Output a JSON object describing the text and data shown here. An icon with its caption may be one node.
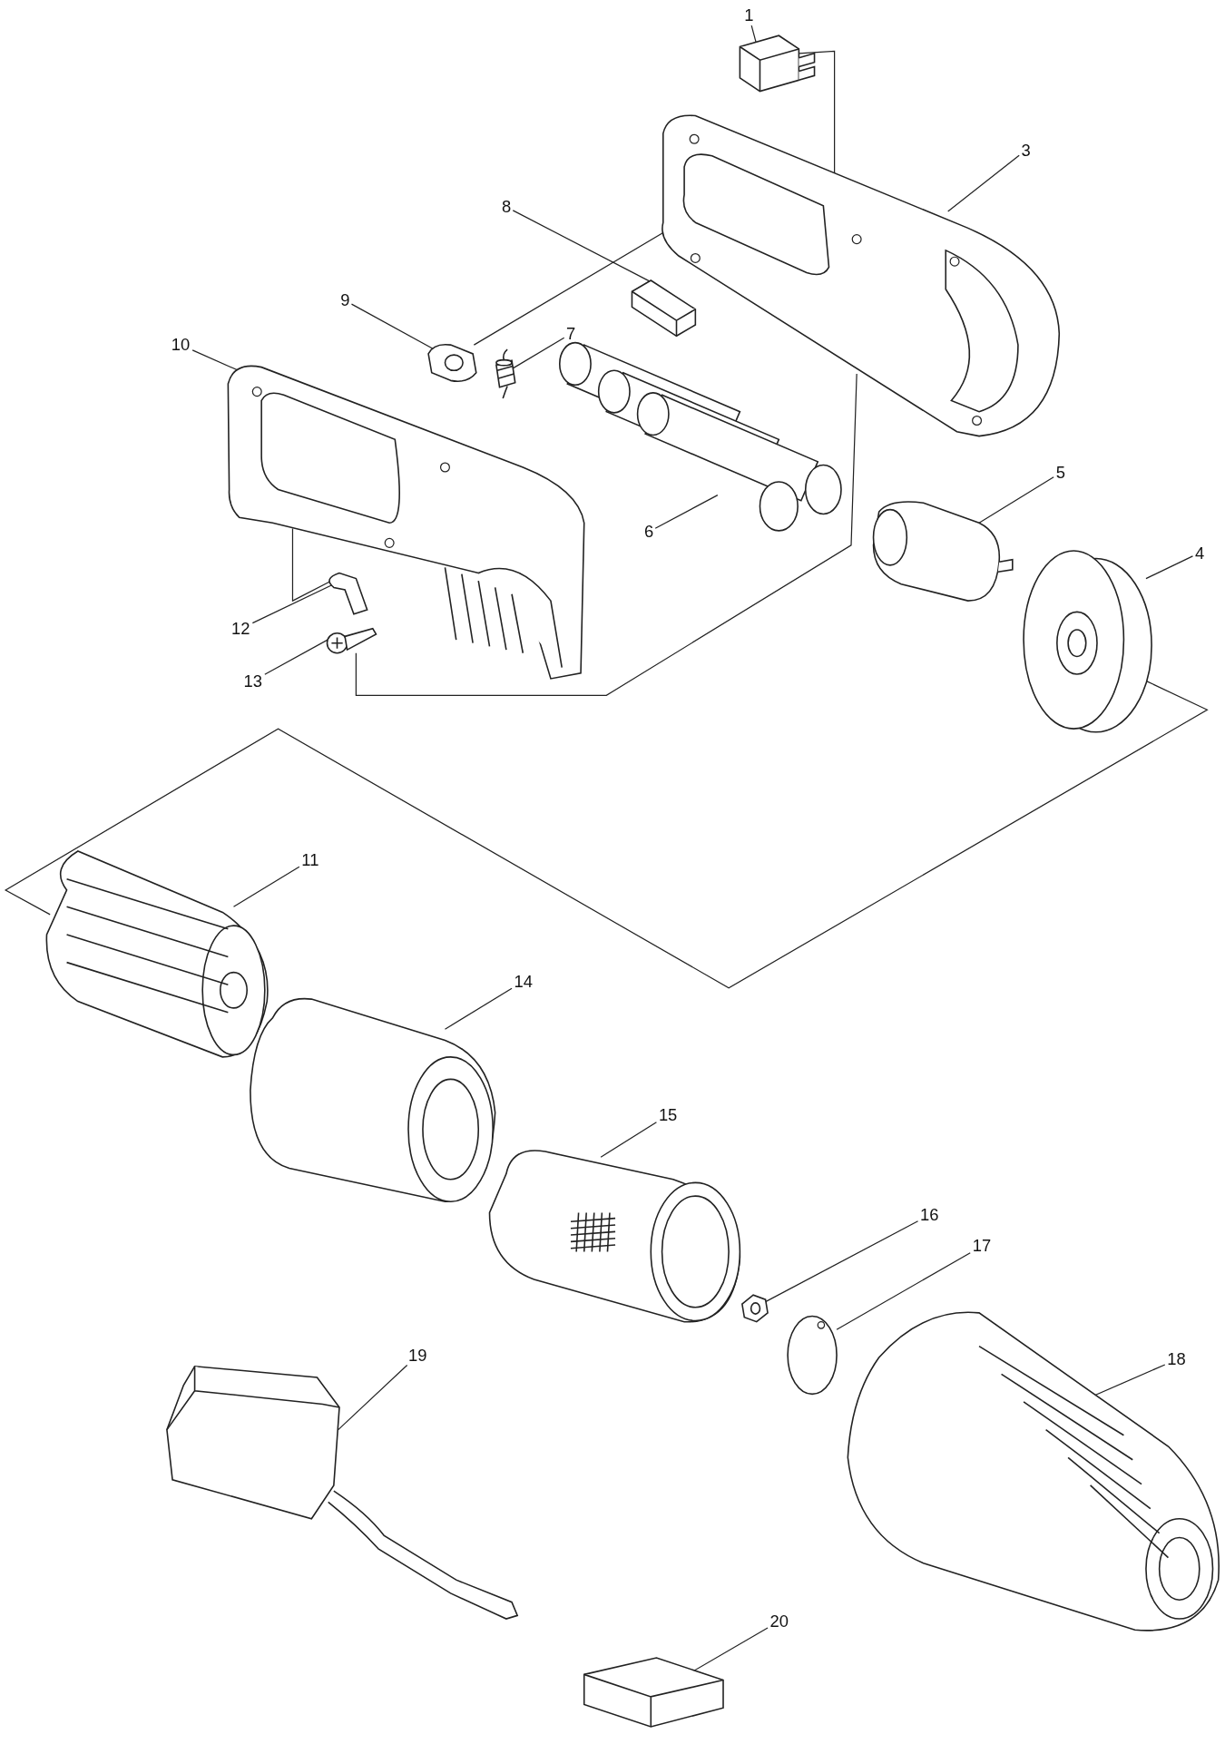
{
  "diagram": {
    "nodes": [
      {
        "text": [
          "1"
        ]
      },
      {
        "text": [
          "3"
        ]
      },
      {
        "text": [
          "8"
        ]
      },
      {
        "text": [
          "9"
        ]
      },
      {
        "text": [
          "7"
        ]
      },
      {
        "text": [
          "10"
        ]
      },
      {
        "text": [
          "5"
        ]
      },
      {
        "text": [
          "4"
        ]
      },
      {
        "text": [
          "6"
        ]
      },
      {
        "text": [
          "12"
        ]
      },
      {
        "text": [
          "13"
        ]
      },
      {
        "text": [
          "11"
        ]
      },
      {
        "text": [
          "14"
        ]
      },
      {
        "text": [
          "15"
        ]
      },
      {
        "text": [
          "16"
        ]
      },
      {
        "text": [
          "17"
        ]
      },
      {
        "text": [
          "18"
        ]
      },
      {
        "text": [
          "19"
        ]
      },
      {
        "text": [
          "20"
        ]
      },
      {
        "text": [],
        "shape": "picture"
      },
      {
        "text": [],
        "shape": "picture"
      },
      {
        "text": [],
        "shape": "picture"
      },
      {
        "text": [],
        "shape": "picture"
      },
      {
        "text": [],
        "shape": "picture"
      },
      {
        "text": [],
        "shape": "picture"
      },
      {
        "text": [],
        "shape": "picture"
      },
      {
        "text": [],
        "shape": "picture"
      },
      {
        "text": [],
        "shape": "picture"
      },
      {
        "text": [],
        "shape": "picture"
      },
      {
        "text": [],
        "shape": "picture"
      },
      {
        "text": [],
        "shape": "picture"
      },
      {
        "text": [],
        "shape": "picture"
      },
      {
        "text": [],
        "shape": "picture"
      },
      {
        "text": [],
        "shape": "picture"
      },
      {
        "text": [],
        "shape": "picture"
      },
      {
        "text": [],
        "shape": "picture"
      },
      {
        "text": [],
        "shape": "picture"
      },
      {
        "text": [],
        "shape": "picture"
      }
    ],
    "edges": [
      {
        "from": 0,
        "to": 19,
        "arrow": "none"
      },
      {
        "from": 1,
        "to": 20,
        "arrow": "none"
      },
      {
        "from": 2,
        "to": 21,
        "arrow": "none"
      },
      {
        "from": 3,
        "to": 22,
        "arrow": "none"
      },
      {
        "from": 4,
        "to": 23,
        "arrow": "none"
      },
      {
        "from": 5,
        "to": 24,
        "arrow": "none"
      },
      {
        "from": 6,
        "to": 25,
        "arrow": "none"
      },
      {
        "from": 7,
        "to": 26,
        "arrow": "none"
      },
      {
        "from": 8,
        "to": 27,
        "arrow": "none"
      },
      {
        "from": 9,
        "to": 28,
        "arrow": "none"
      },
      {
        "from": 10,
        "to": 29,
        "arrow": "none"
      },
      {
        "from": 11,
        "to": 30,
        "arrow": "none"
      },
      {
        "from": 12,
        "to": 31,
        "arrow": "none"
      },
      {
        "from": 13,
        "to": 32,
        "arrow": "none"
      },
      {
        "from": 14,
        "to": 33,
        "arrow": "none"
      },
      {
        "from": 15,
        "to": 34,
        "arrow": "none"
      },
      {
        "from": 16,
        "to": 35,
        "arrow": "none"
      },
      {
        "from": 17,
        "to": 36,
        "arrow": "none"
      },
      {
        "from": 18,
        "to": 37,
        "arrow": "none"
      },
      {
        "from": 19,
        "to": 20,
        "arrow": "none"
      },
      {
        "from": 22,
        "to": 20,
        "arrow": "none"
      },
      {
        "from": 29,
        "to": 20,
        "arrow": "none"
      },
      {
        "from": 28,
        "to": 24,
        "arrow": "none"
      },
      {
        "from": 26,
        "to": 30,
        "arrow": "none"
      }
    ]
  }
}
